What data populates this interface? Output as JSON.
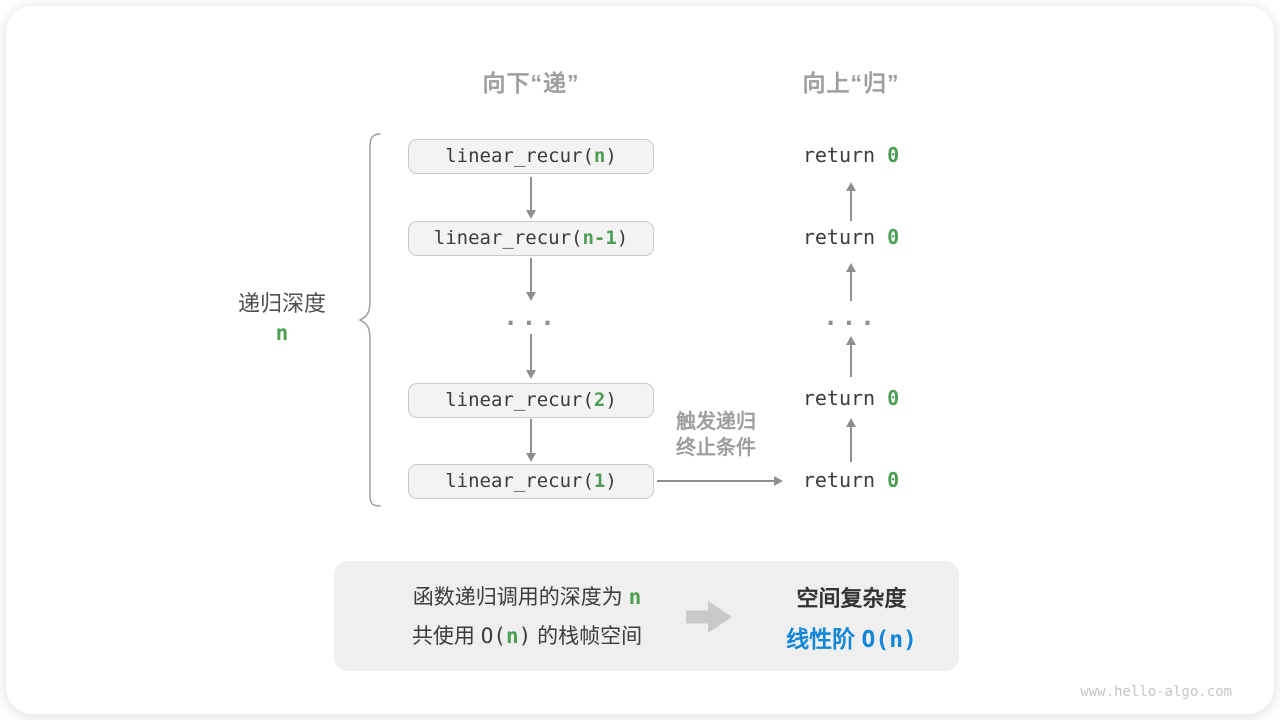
{
  "colors": {
    "green": "#4c9e53",
    "blue": "#1286d8",
    "gray-label": "#9e9e9e",
    "gray-arrow": "#8f8f8f",
    "box-bg": "#f3f3f3",
    "box-border": "#c9c9c9",
    "panel-bg": "#efefef"
  },
  "headers": {
    "down": "向下“递”",
    "up": "向上“归”"
  },
  "stack": {
    "boxes": [
      {
        "pre": "linear_recur(",
        "arg": "n",
        "post": ")"
      },
      {
        "pre": "linear_recur(",
        "arg": "n-1",
        "post": ")"
      },
      {
        "pre": "linear_recur(",
        "arg": "2",
        "post": ")"
      },
      {
        "pre": "linear_recur(",
        "arg": "1",
        "post": ")"
      }
    ],
    "ellipsis": "..."
  },
  "returns": {
    "rows": [
      {
        "keyword": "return ",
        "value": "0"
      },
      {
        "keyword": "return ",
        "value": "0"
      },
      {
        "keyword": "return ",
        "value": "0"
      },
      {
        "keyword": "return ",
        "value": "0"
      }
    ],
    "ellipsis": "..."
  },
  "depth": {
    "label": "递归深度",
    "value": "n"
  },
  "termination": {
    "line1": "触发递归",
    "line2": "终止条件"
  },
  "summary": {
    "line1_pre": "函数递归调用的深度为 ",
    "line1_value": "n",
    "line2_pre": "共使用 ",
    "line2_o_open": "O(",
    "line2_value": "n",
    "line2_o_close": ")",
    "line2_post": " 的栈帧空间",
    "right_title": "空间复杂度",
    "result_pre": "线性阶 ",
    "result_big_o": "O(n)"
  },
  "watermark": "www.hello-algo.com"
}
